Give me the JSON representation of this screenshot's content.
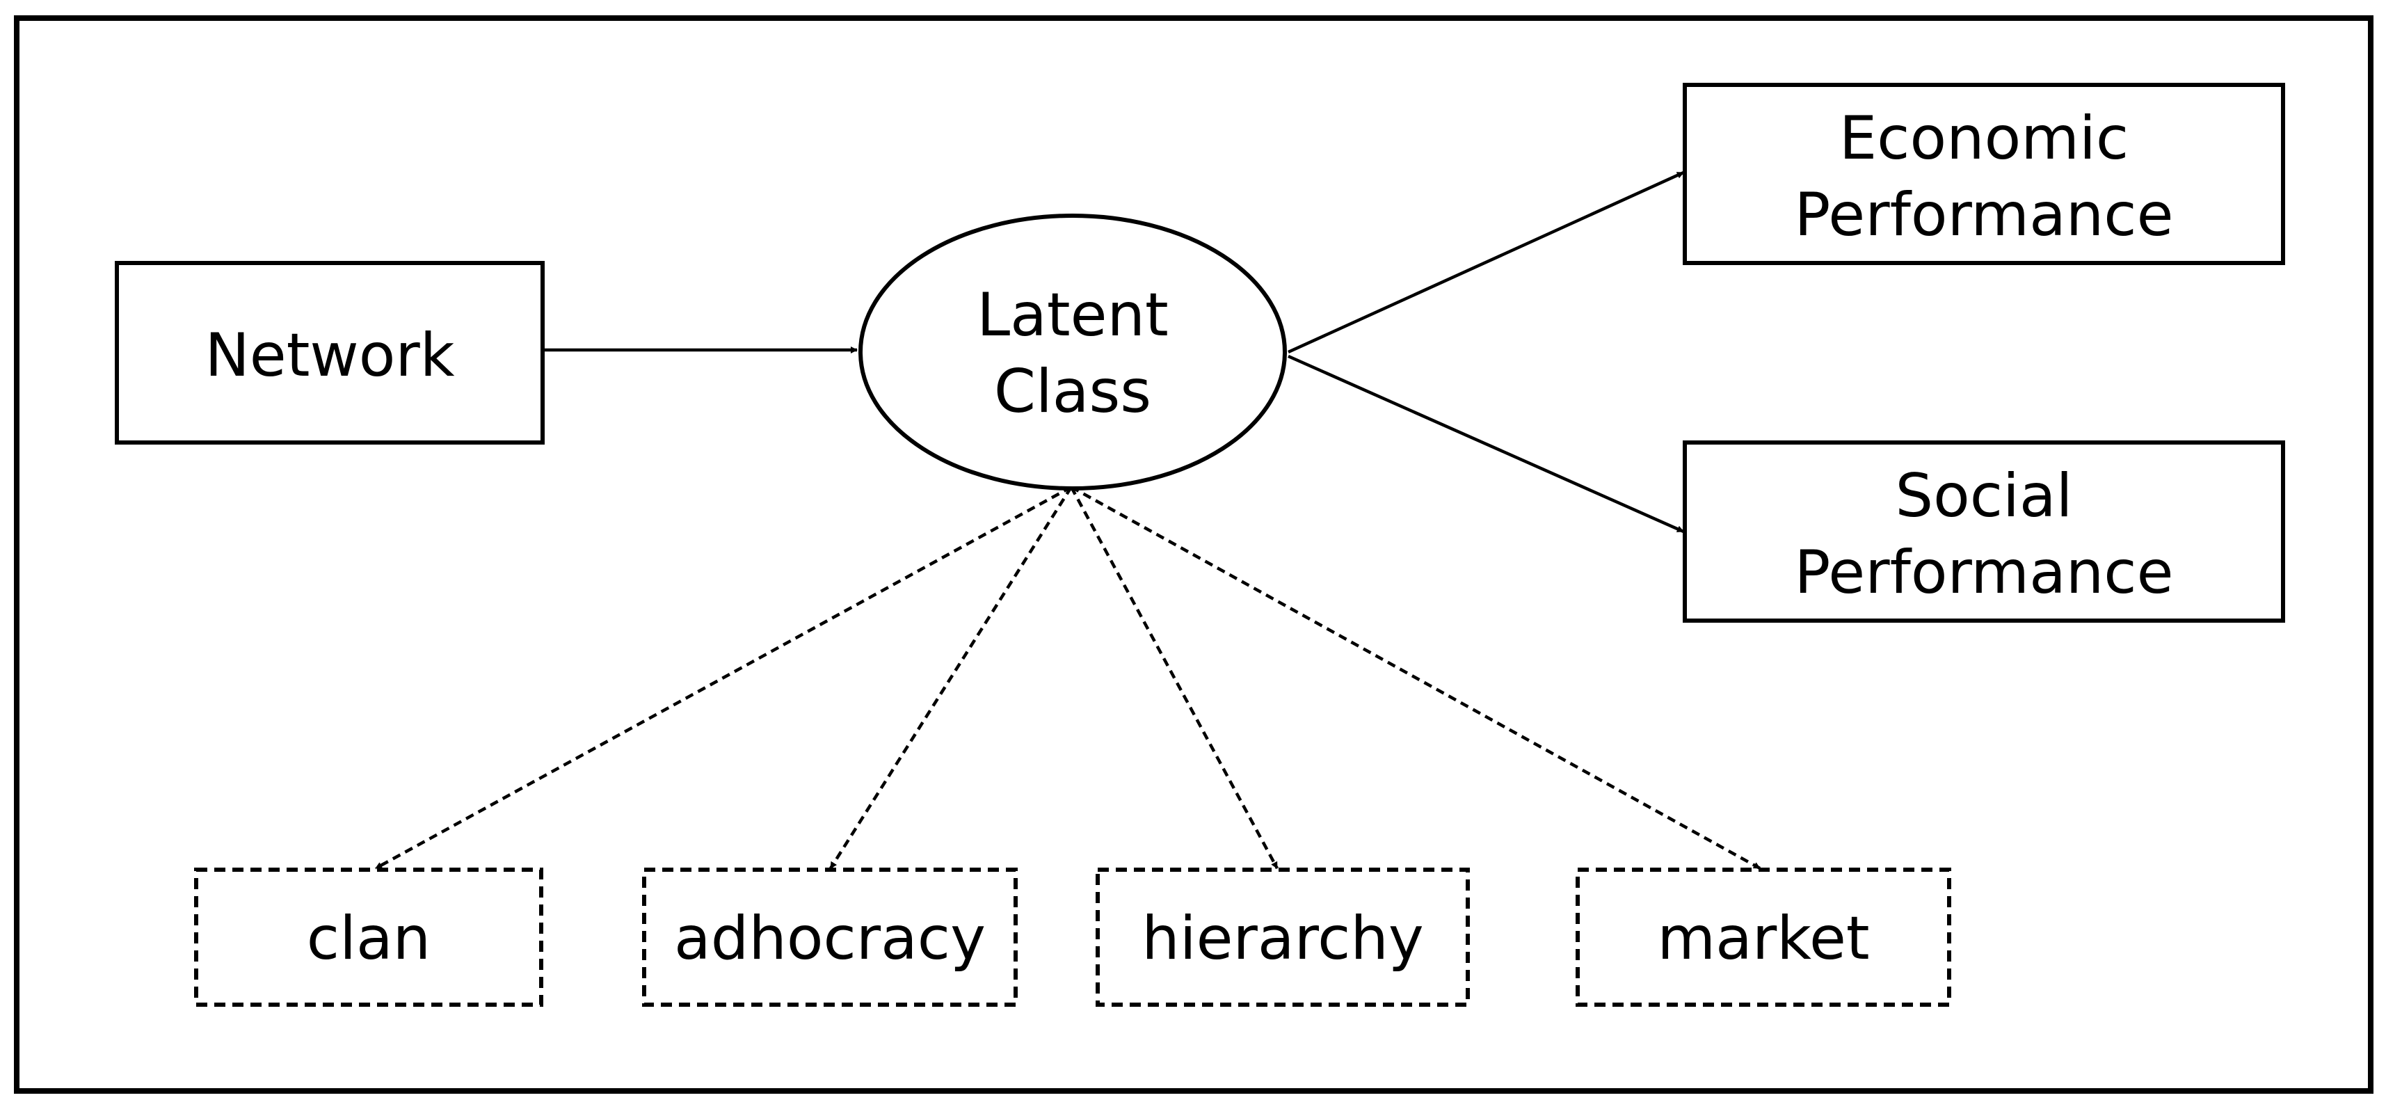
{
  "diagram": {
    "nodes": {
      "network": {
        "lines": [
          "Network"
        ]
      },
      "latent_class": {
        "lines": [
          "Latent",
          "Class"
        ]
      },
      "economic": {
        "lines": [
          "Economic",
          "Performance"
        ]
      },
      "social": {
        "lines": [
          "Social",
          "Performance"
        ]
      },
      "clan": {
        "lines": [
          "clan"
        ]
      },
      "adhocracy": {
        "lines": [
          "adhocracy"
        ]
      },
      "hierarchy": {
        "lines": [
          "hierarchy"
        ]
      },
      "market": {
        "lines": [
          "market"
        ]
      }
    },
    "edges": [
      {
        "from": "network",
        "to": "latent_class",
        "style": "solid"
      },
      {
        "from": "latent_class",
        "to": "economic",
        "style": "solid"
      },
      {
        "from": "latent_class",
        "to": "social",
        "style": "solid"
      },
      {
        "from": "latent_class",
        "to": "clan",
        "style": "dashed"
      },
      {
        "from": "latent_class",
        "to": "adhocracy",
        "style": "dashed"
      },
      {
        "from": "latent_class",
        "to": "hierarchy",
        "style": "dashed"
      },
      {
        "from": "latent_class",
        "to": "market",
        "style": "dashed"
      }
    ]
  }
}
